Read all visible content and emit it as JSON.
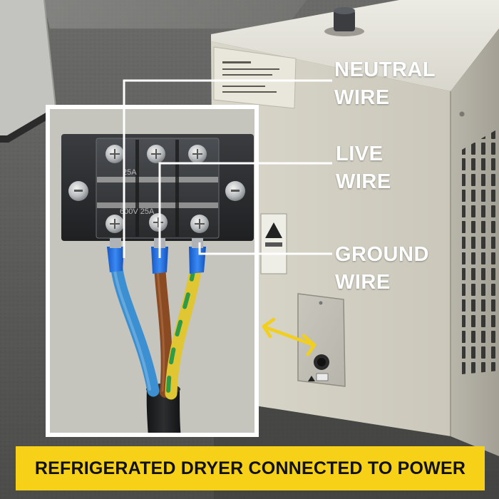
{
  "callouts": {
    "neutral": {
      "line1": "NEUTRAL",
      "line2": "WIRE"
    },
    "live": {
      "line1": "LIVE",
      "line2": "WIRE"
    },
    "ground": {
      "line1": "GROUND",
      "line2": "WIRE"
    }
  },
  "banner": {
    "text": "REFRIGERATED DRYER CONNECTED TO POWER"
  },
  "terminal_markings": {
    "top": "25A",
    "bottom": "600V 25A"
  },
  "colors": {
    "banner": "#f7d117",
    "callout_text": "#ffffff",
    "frame_border": "#ffffff",
    "arrow": "#f2cf1c",
    "neutral_wire": "#3c8fd0",
    "live_wire": "#8a4a22",
    "ground_wire_yellow": "#e1c634",
    "ground_wire_green": "#2f9a48",
    "ferrule": "#1e6fe0",
    "terminal_block": "#2a2c2e",
    "cabinet": "#d6d3c6"
  },
  "icons": [
    "double-headed-arrow-icon",
    "warning-label-icon"
  ]
}
